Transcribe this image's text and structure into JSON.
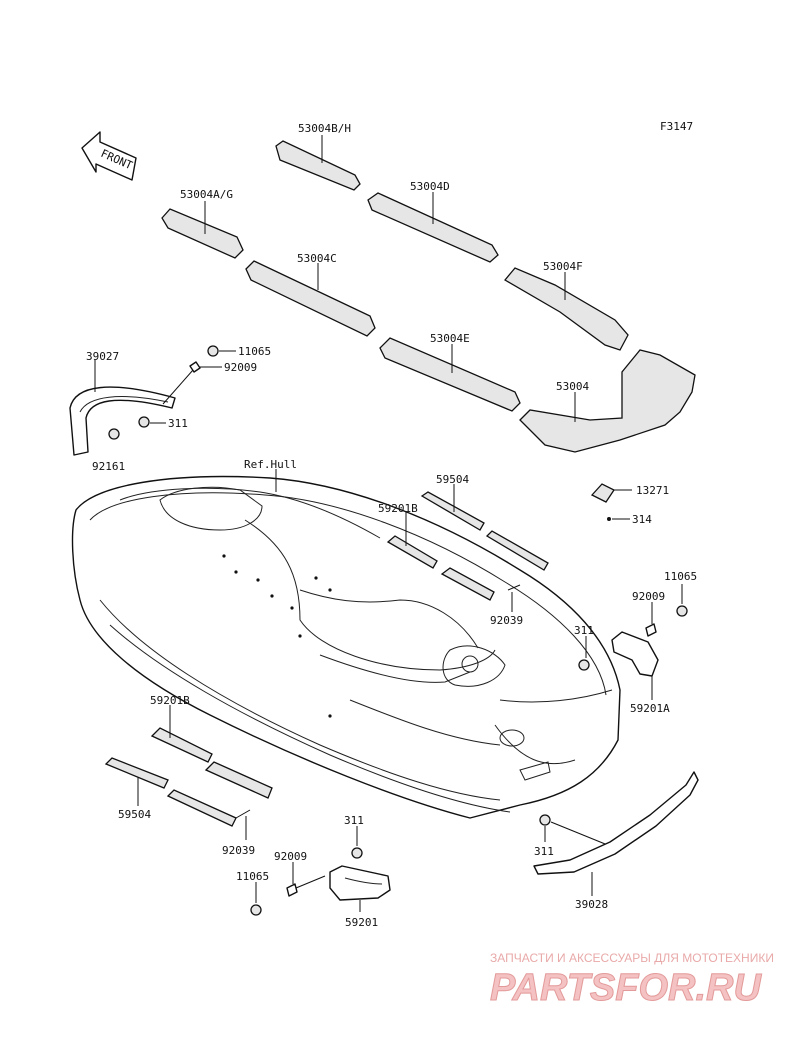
{
  "figure_code": "F3147",
  "front_label": "FRONT",
  "ref_hull": "Ref.Hull",
  "parts": {
    "p53004BH": "53004B/H",
    "p53004AG": "53004A/G",
    "p53004D": "53004D",
    "p53004C": "53004C",
    "p53004F": "53004F",
    "p53004E": "53004E",
    "p53004": "53004",
    "p39027": "39027",
    "p11065_top": "11065",
    "p92009_top": "92009",
    "p311_top": "311",
    "p92161": "92161",
    "p59504_top": "59504",
    "p59201B_top": "59201B",
    "p13271": "13271",
    "p314": "314",
    "p11065_right": "11065",
    "p92009_right": "92009",
    "p311_right": "311",
    "p92039_top": "92039",
    "p59201A": "59201A",
    "p59201B_bottom": "59201B",
    "p59504_bottom": "59504",
    "p92039_bottom": "92039",
    "p311_bottom": "311",
    "p92009_bottom": "92009",
    "p11065_bottom": "11065",
    "p59201": "59201",
    "p311_lower_right": "311",
    "p39028": "39028"
  },
  "watermark": {
    "tagline": "ЗАПЧАСТИ И АКСЕССУАРЫ ДЛЯ МОТОТЕХНИКИ",
    "logo": "PARTSFOR.RU"
  }
}
